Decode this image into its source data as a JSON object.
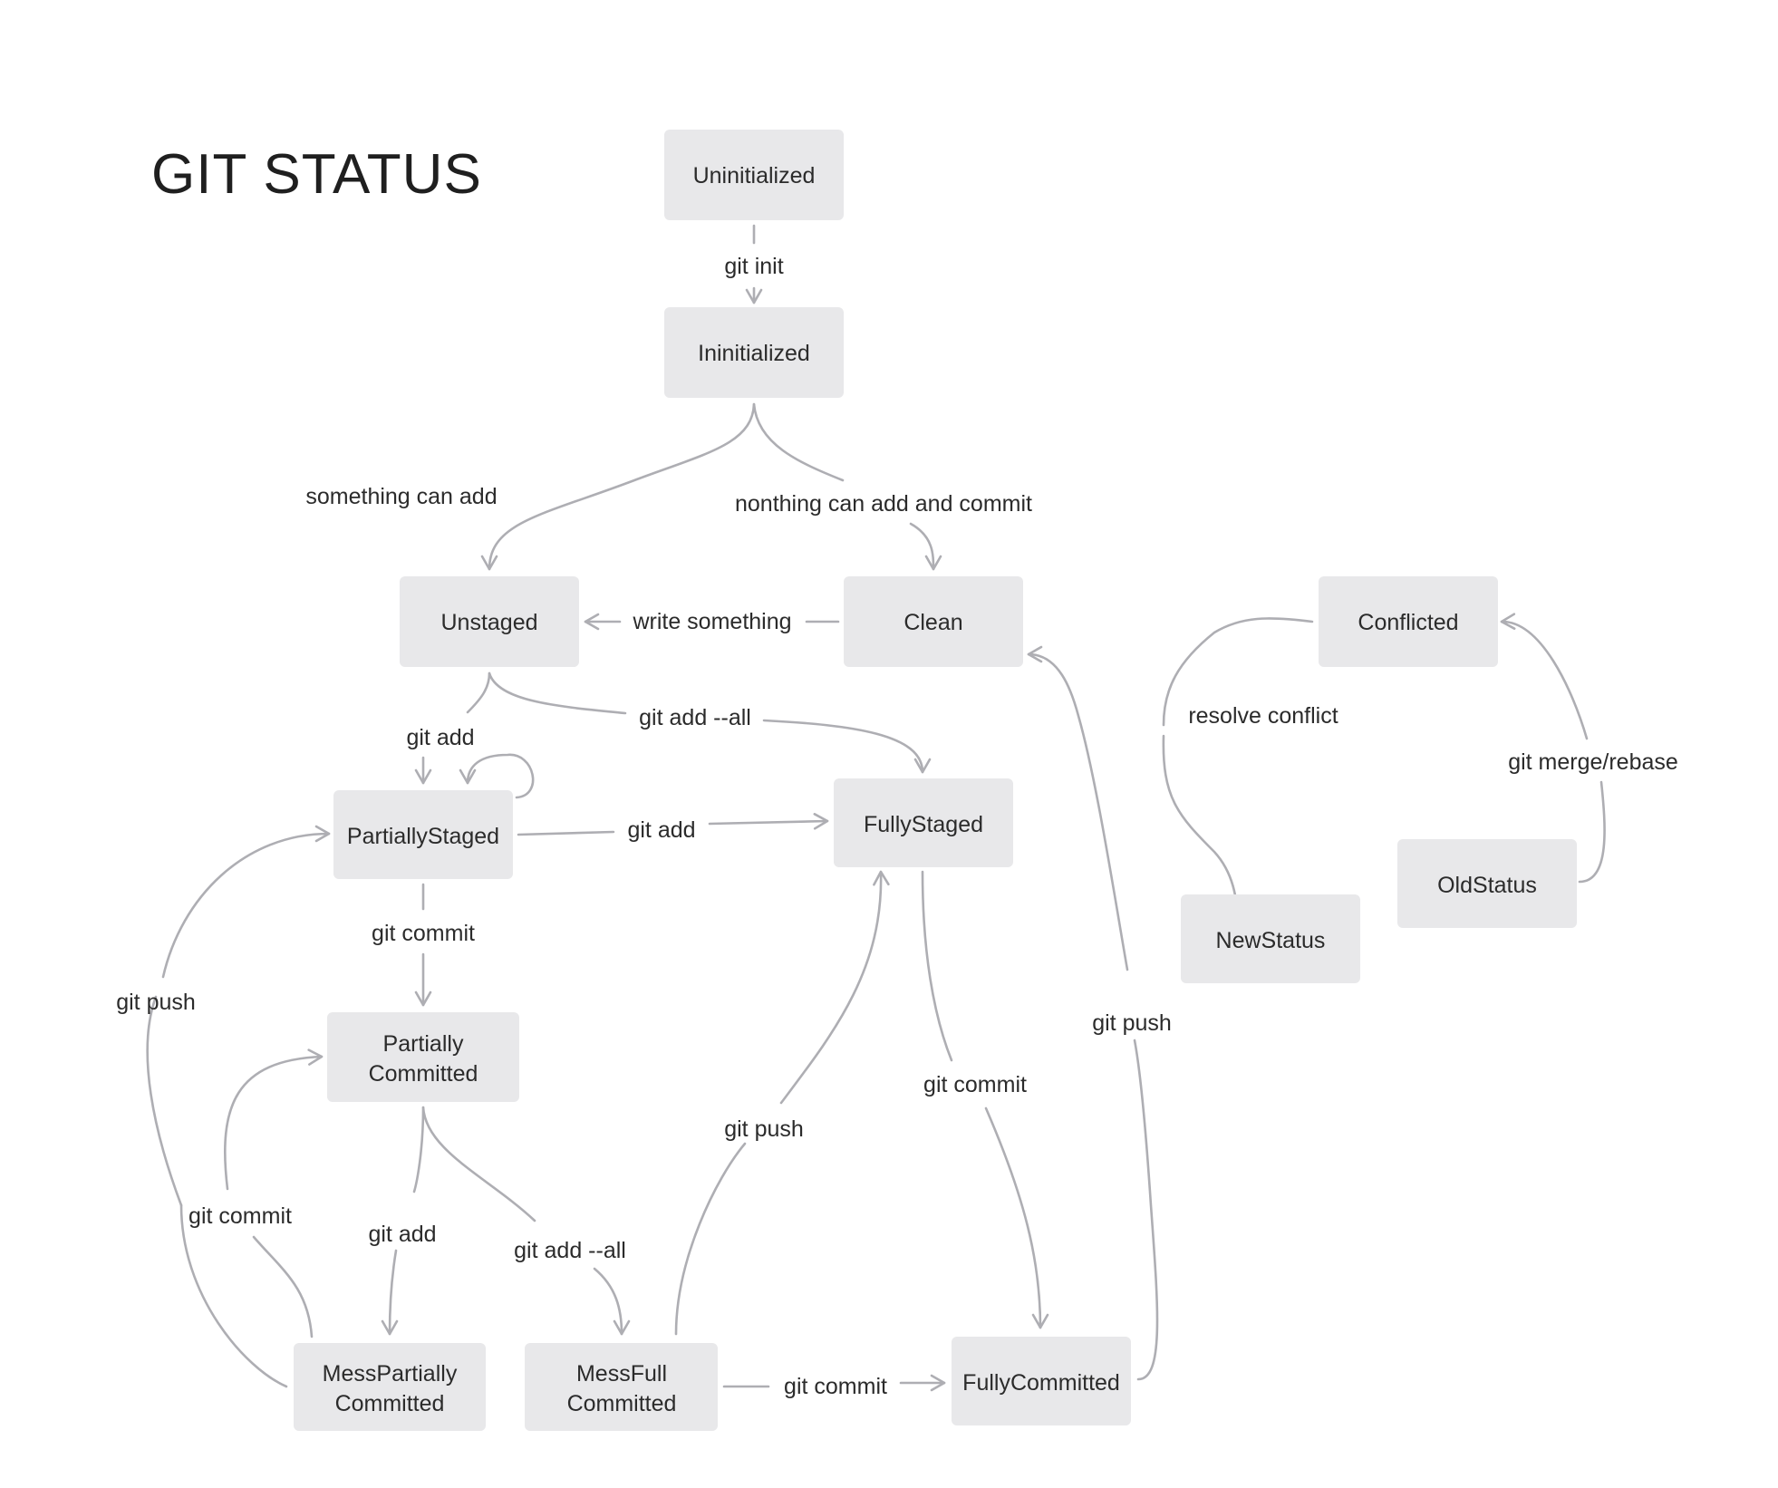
{
  "diagram": {
    "title": "GIT STATUS",
    "nodes": {
      "uninitialized": "Uninitialized",
      "ininitialized": "Ininitialized",
      "unstaged": "Unstaged",
      "clean": "Clean",
      "partially_staged": "PartiallyStaged",
      "fully_staged": "FullyStaged",
      "partially_committed": [
        "Partially",
        "Committed"
      ],
      "mess_partially_committed": [
        "MessPartially",
        "Committed"
      ],
      "mess_full_committed": [
        "MessFull",
        "Committed"
      ],
      "fully_committed": "FullyCommitted",
      "conflicted": "Conflicted",
      "new_status": "NewStatus",
      "old_status": "OldStatus"
    },
    "edges": {
      "git_init": "git init",
      "something_can_add": "something can add",
      "nothing_can_add": "nonthing can add and commit",
      "write_something": "write something",
      "git_add_unstaged": "git add",
      "git_add_all_unstaged": "git add --all",
      "git_add_partial_to_full": "git add",
      "git_commit_partial": "git commit",
      "git_push_left": "git push",
      "git_commit_loop": "git commit",
      "git_add_pc": "git add",
      "git_add_all_pc": "git add --all",
      "git_push_mid": "git push",
      "git_commit_full": "git commit",
      "git_commit_bottom": "git commit",
      "git_push_right": "git push",
      "resolve_conflict": "resolve conflict",
      "git_merge_rebase": "git merge/rebase"
    }
  }
}
